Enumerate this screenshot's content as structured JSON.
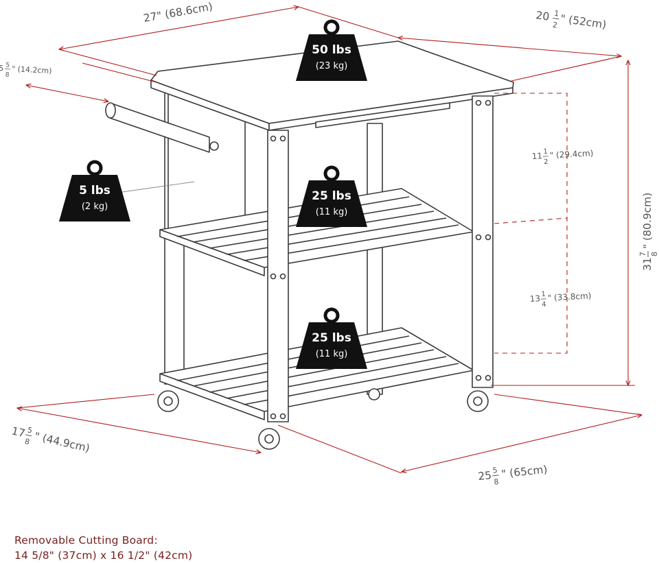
{
  "colors": {
    "dimension_line": "#b01c1c",
    "dimension_text": "#555555",
    "outline": "#3a3a3a",
    "weight_fill": "#111111",
    "caption": "#7a1e1e"
  },
  "dimensions": {
    "top_width": "27\"  (68.6cm)",
    "top_depth": {
      "whole": "20",
      "num": "1",
      "den": "2",
      "rest": "\"  (52cm)"
    },
    "handle_depth": {
      "whole": "5",
      "num": "5",
      "den": "8",
      "rest": "\" (14.2cm)"
    },
    "upper_gap": {
      "whole": "11",
      "num": "1",
      "den": "2",
      "rest": "\" (29.4cm)"
    },
    "lower_gap": {
      "whole": "13",
      "num": "1",
      "den": "4",
      "rest": "\" (33.8cm)"
    },
    "total_height": {
      "whole": "31",
      "num": "7",
      "den": "8",
      "rest": "\" (80.9cm)"
    },
    "base_depth": {
      "whole": "17",
      "num": "5",
      "den": "8",
      "rest": "\"  (44.9cm)"
    },
    "base_width": {
      "whole": "25",
      "num": "5",
      "den": "8",
      "rest": "\"  (65cm)"
    }
  },
  "weights": [
    {
      "main": "50 lbs",
      "sub": "(23 kg)"
    },
    {
      "main": "5 lbs",
      "sub": "(2 kg)"
    },
    {
      "main": "25 lbs",
      "sub": "(11 kg)"
    },
    {
      "main": "25 lbs",
      "sub": "(11 kg)"
    }
  ],
  "caption": {
    "line1": "Removable Cutting Board:",
    "line2": "14 5/8\" (37cm) x 16 1/2\" (42cm)"
  }
}
